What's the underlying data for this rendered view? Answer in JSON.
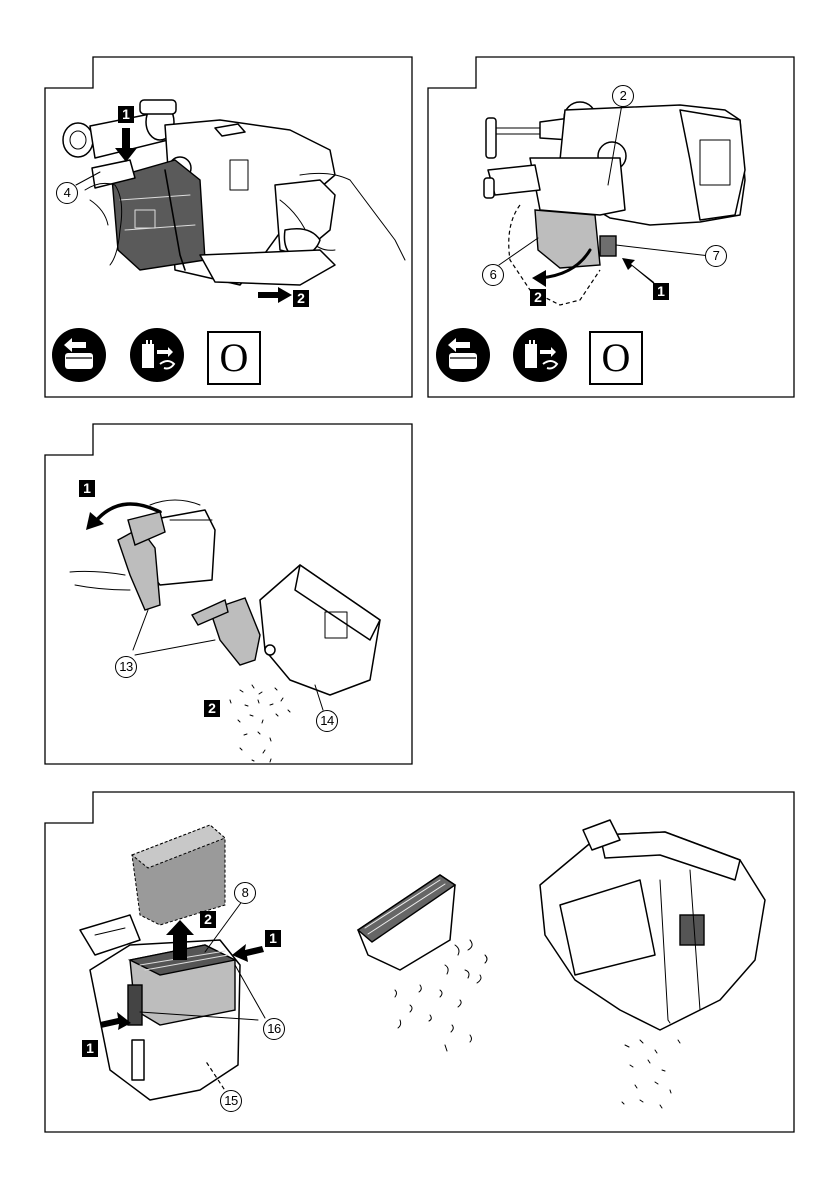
{
  "panel_top_left": {
    "steps": [
      "1",
      "2"
    ],
    "callouts": [
      "4"
    ],
    "symbol_letter": "O",
    "icons": [
      "battery-remove-icon",
      "unplug-icon"
    ]
  },
  "panel_top_right": {
    "steps": [
      "1",
      "2"
    ],
    "callouts": [
      "2",
      "6",
      "7"
    ],
    "symbol_letter": "O",
    "icons": [
      "battery-remove-icon",
      "unplug-icon"
    ]
  },
  "panel_middle_left": {
    "steps": [
      "1",
      "2"
    ],
    "callouts": [
      "13",
      "14"
    ]
  },
  "panel_bottom": {
    "steps": [
      "2",
      "1",
      "1"
    ],
    "callouts": [
      "8",
      "16",
      "15"
    ]
  }
}
